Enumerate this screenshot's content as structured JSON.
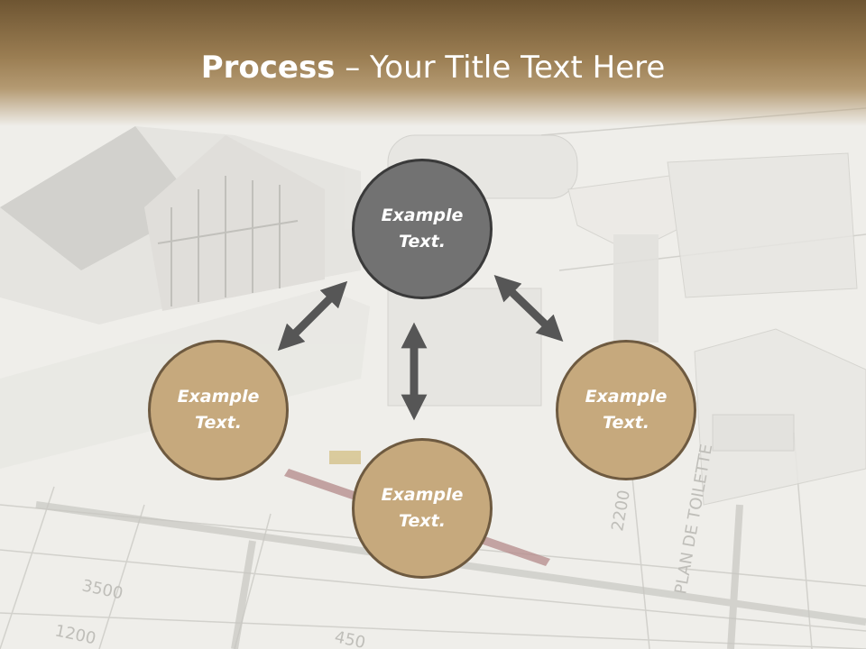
{
  "slide": {
    "title_bold": "Process",
    "title_rest": " – Your Title Text Here",
    "colors": {
      "header": "#7a6038",
      "center_fill": "#727272",
      "satellite_fill": "#c6a97d",
      "arrow": "#555555"
    }
  },
  "diagram": {
    "center": {
      "line1": "Example",
      "line2": "Text."
    },
    "left": {
      "line1": "Example",
      "line2": "Text."
    },
    "right": {
      "line1": "Example",
      "line2": "Text."
    },
    "bottom": {
      "line1": "Example",
      "line2": "Text."
    }
  }
}
